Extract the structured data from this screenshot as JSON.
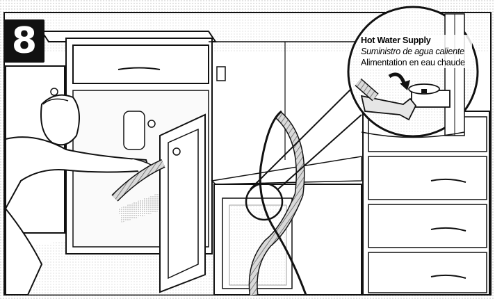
{
  "step": {
    "number": "8"
  },
  "callout": {
    "label_en": "Hot Water Supply",
    "label_es": "Suministro de agua caliente",
    "label_fr": "Alimentation en eau chaude"
  }
}
